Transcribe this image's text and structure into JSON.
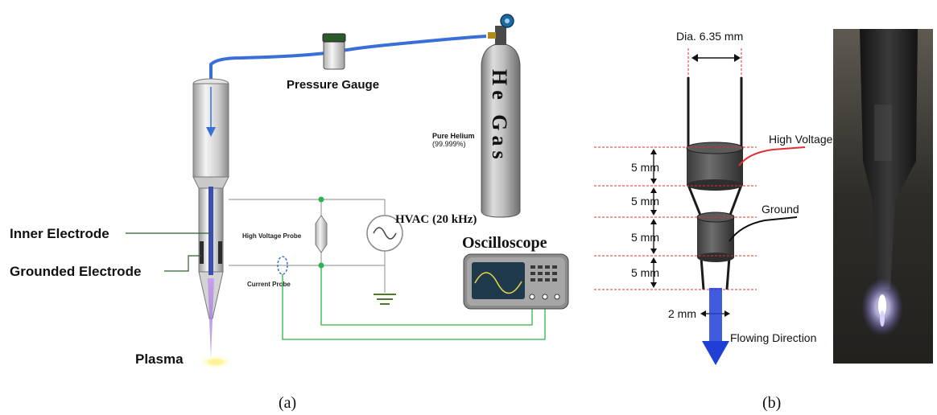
{
  "panel_a": {
    "caption": "(a)",
    "pressure_gauge": "Pressure Gauge",
    "cylinder_text": "He Gas",
    "pure_helium": "Pure Helium",
    "purity": "(99.999%)",
    "hvac": "HVAC (20 kHz)",
    "oscilloscope": "Oscilloscope",
    "hv_probe": "High Voltage Probe",
    "current_probe": "Current Probe",
    "inner_electrode": "Inner Electrode",
    "grounded_electrode": "Grounded Electrode",
    "plasma": "Plasma"
  },
  "panel_b": {
    "caption": "(b)",
    "diameter": "Dia. 6.35 mm",
    "high_voltage": "High Voltage",
    "ground": "Ground",
    "dims": [
      "5 mm",
      "5 mm",
      "5 mm",
      "5 mm"
    ],
    "nozzle_gap": "2 mm",
    "flow": "Flowing Direction"
  },
  "colors": {
    "gas_line": "#3b6fd8",
    "signal_wire": "#2db34a",
    "dimension_guides": "#e03030",
    "plasma_glow": "#9a6ad8",
    "flow_arrow": "#1f3fd6"
  }
}
